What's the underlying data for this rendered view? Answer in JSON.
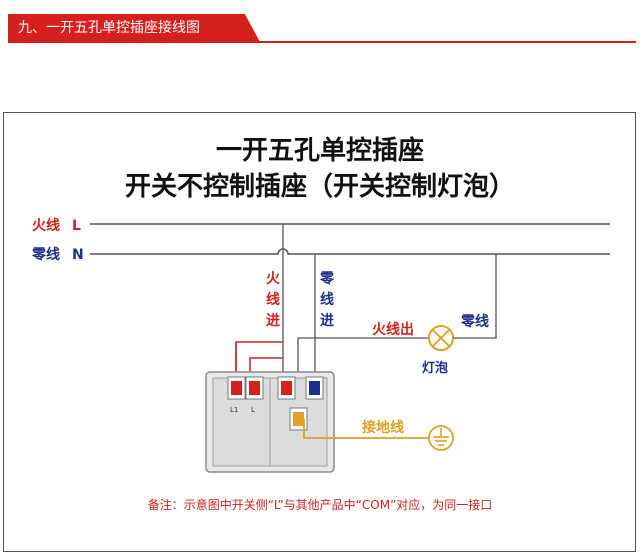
{
  "section_title": "九、一开五孔单控插座接线图",
  "diagram": {
    "title": "一开五孔单控插座",
    "subtitle": "开关不控制插座（开关控制灯泡）",
    "line_live_label": "火线",
    "line_live_letter": "L",
    "line_neutral_label": "零线",
    "line_neutral_letter": "N",
    "live_in_chars": [
      "火",
      "线",
      "进"
    ],
    "neutral_in_chars": [
      "零",
      "线",
      "进"
    ],
    "live_out_label": "火线出",
    "lamp_neutral_label": "零线",
    "lamp_label": "灯泡",
    "ground_label": "接地线",
    "terminal_l1": "L1",
    "terminal_l": "L",
    "note": "备注：示意图中开关侧“L”与其他产品中“COM”对应，为同一接口"
  },
  "colors": {
    "live": "#d6201e",
    "neutral": "#1f2f8c",
    "ground": "#e0a020",
    "text_red": "#d6201e"
  }
}
